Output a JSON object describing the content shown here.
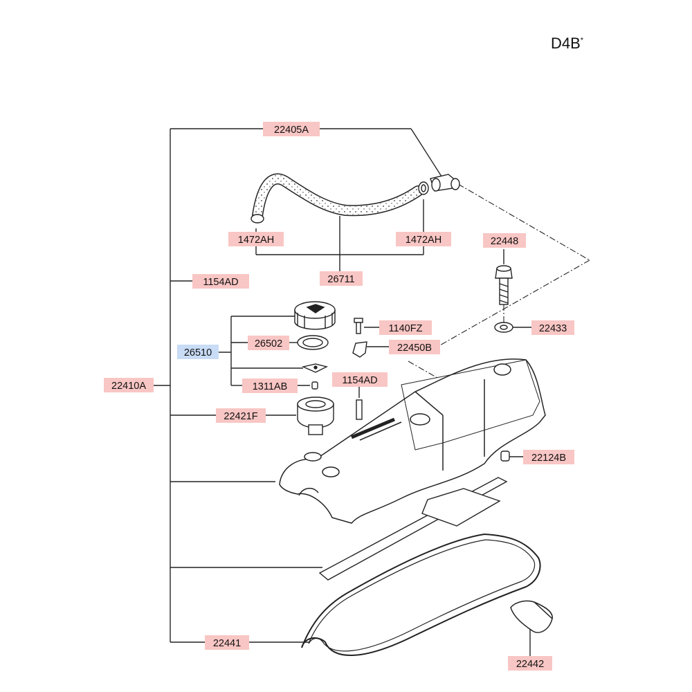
{
  "header": {
    "engine_code": "D4B",
    "engine_code_mark": "*"
  },
  "colors": {
    "label_fill": "#f8c6c4",
    "label_fill_selected": "#c8dcf6",
    "line": "#222222",
    "text": "#111111"
  },
  "labels": {
    "p22405A": "22405A",
    "p1472AH_left": "1472AH",
    "p1472AH_right": "1472AH",
    "p26711": "26711",
    "p1154AD_top": "1154AD",
    "p22448": "22448",
    "p26510": "26510",
    "p26502": "26502",
    "p1140FZ": "1140FZ",
    "p22450B": "22450B",
    "p22433": "22433",
    "p22410A": "22410A",
    "p1311AB": "1311AB",
    "p1154AD_mid": "1154AD",
    "p22421F": "22421F",
    "p22124B": "22124B",
    "p22441": "22441",
    "p22442": "22442"
  }
}
